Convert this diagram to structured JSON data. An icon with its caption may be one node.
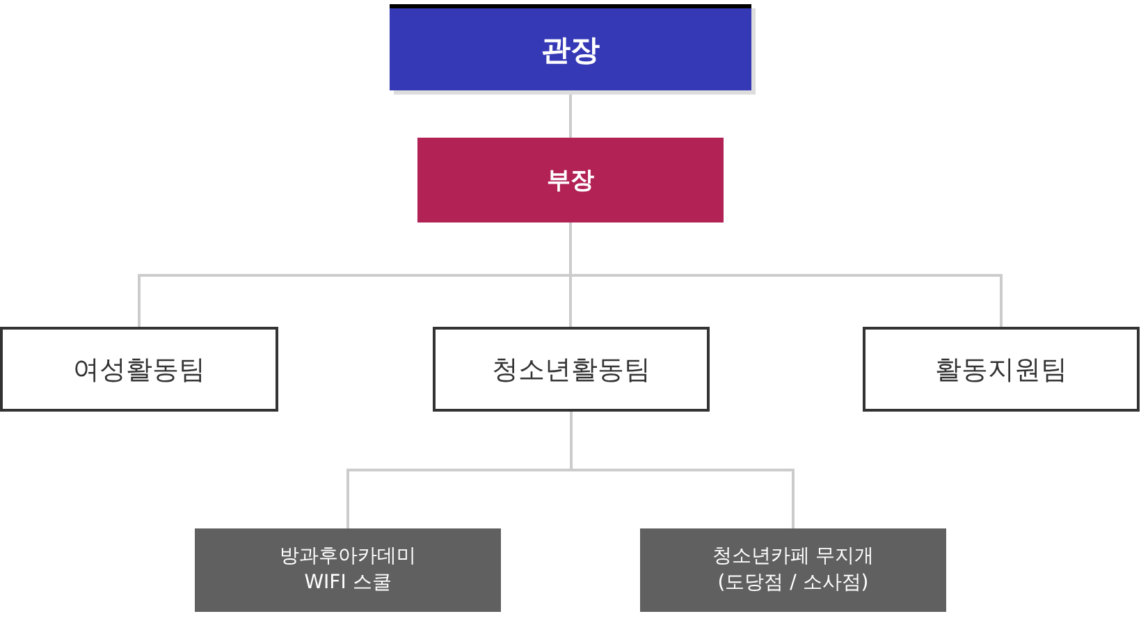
{
  "diagram": {
    "nodes": [
      {
        "text": [
          "관장"
        ]
      },
      {
        "text": [
          "부장"
        ]
      },
      {
        "text": [
          "여성활동팀"
        ]
      },
      {
        "text": [
          "청소년활동팀"
        ]
      },
      {
        "text": [
          "활동지원팀"
        ]
      },
      {
        "text": [
          "방과후아카데미 WIFI 스쿨"
        ]
      },
      {
        "text": [
          "청소년카페 무지개 (도당점 / 소사점)"
        ]
      }
    ],
    "edges": [
      {
        "from": 0,
        "to": 1,
        "arrow": "none"
      },
      {
        "from": 1,
        "to": 2,
        "arrow": "none"
      },
      {
        "from": 1,
        "to": 3,
        "arrow": "none"
      },
      {
        "from": 1,
        "to": 4,
        "arrow": "none"
      },
      {
        "from": 3,
        "to": 5,
        "arrow": "none"
      },
      {
        "from": 3,
        "to": 6,
        "arrow": "none"
      }
    ]
  }
}
